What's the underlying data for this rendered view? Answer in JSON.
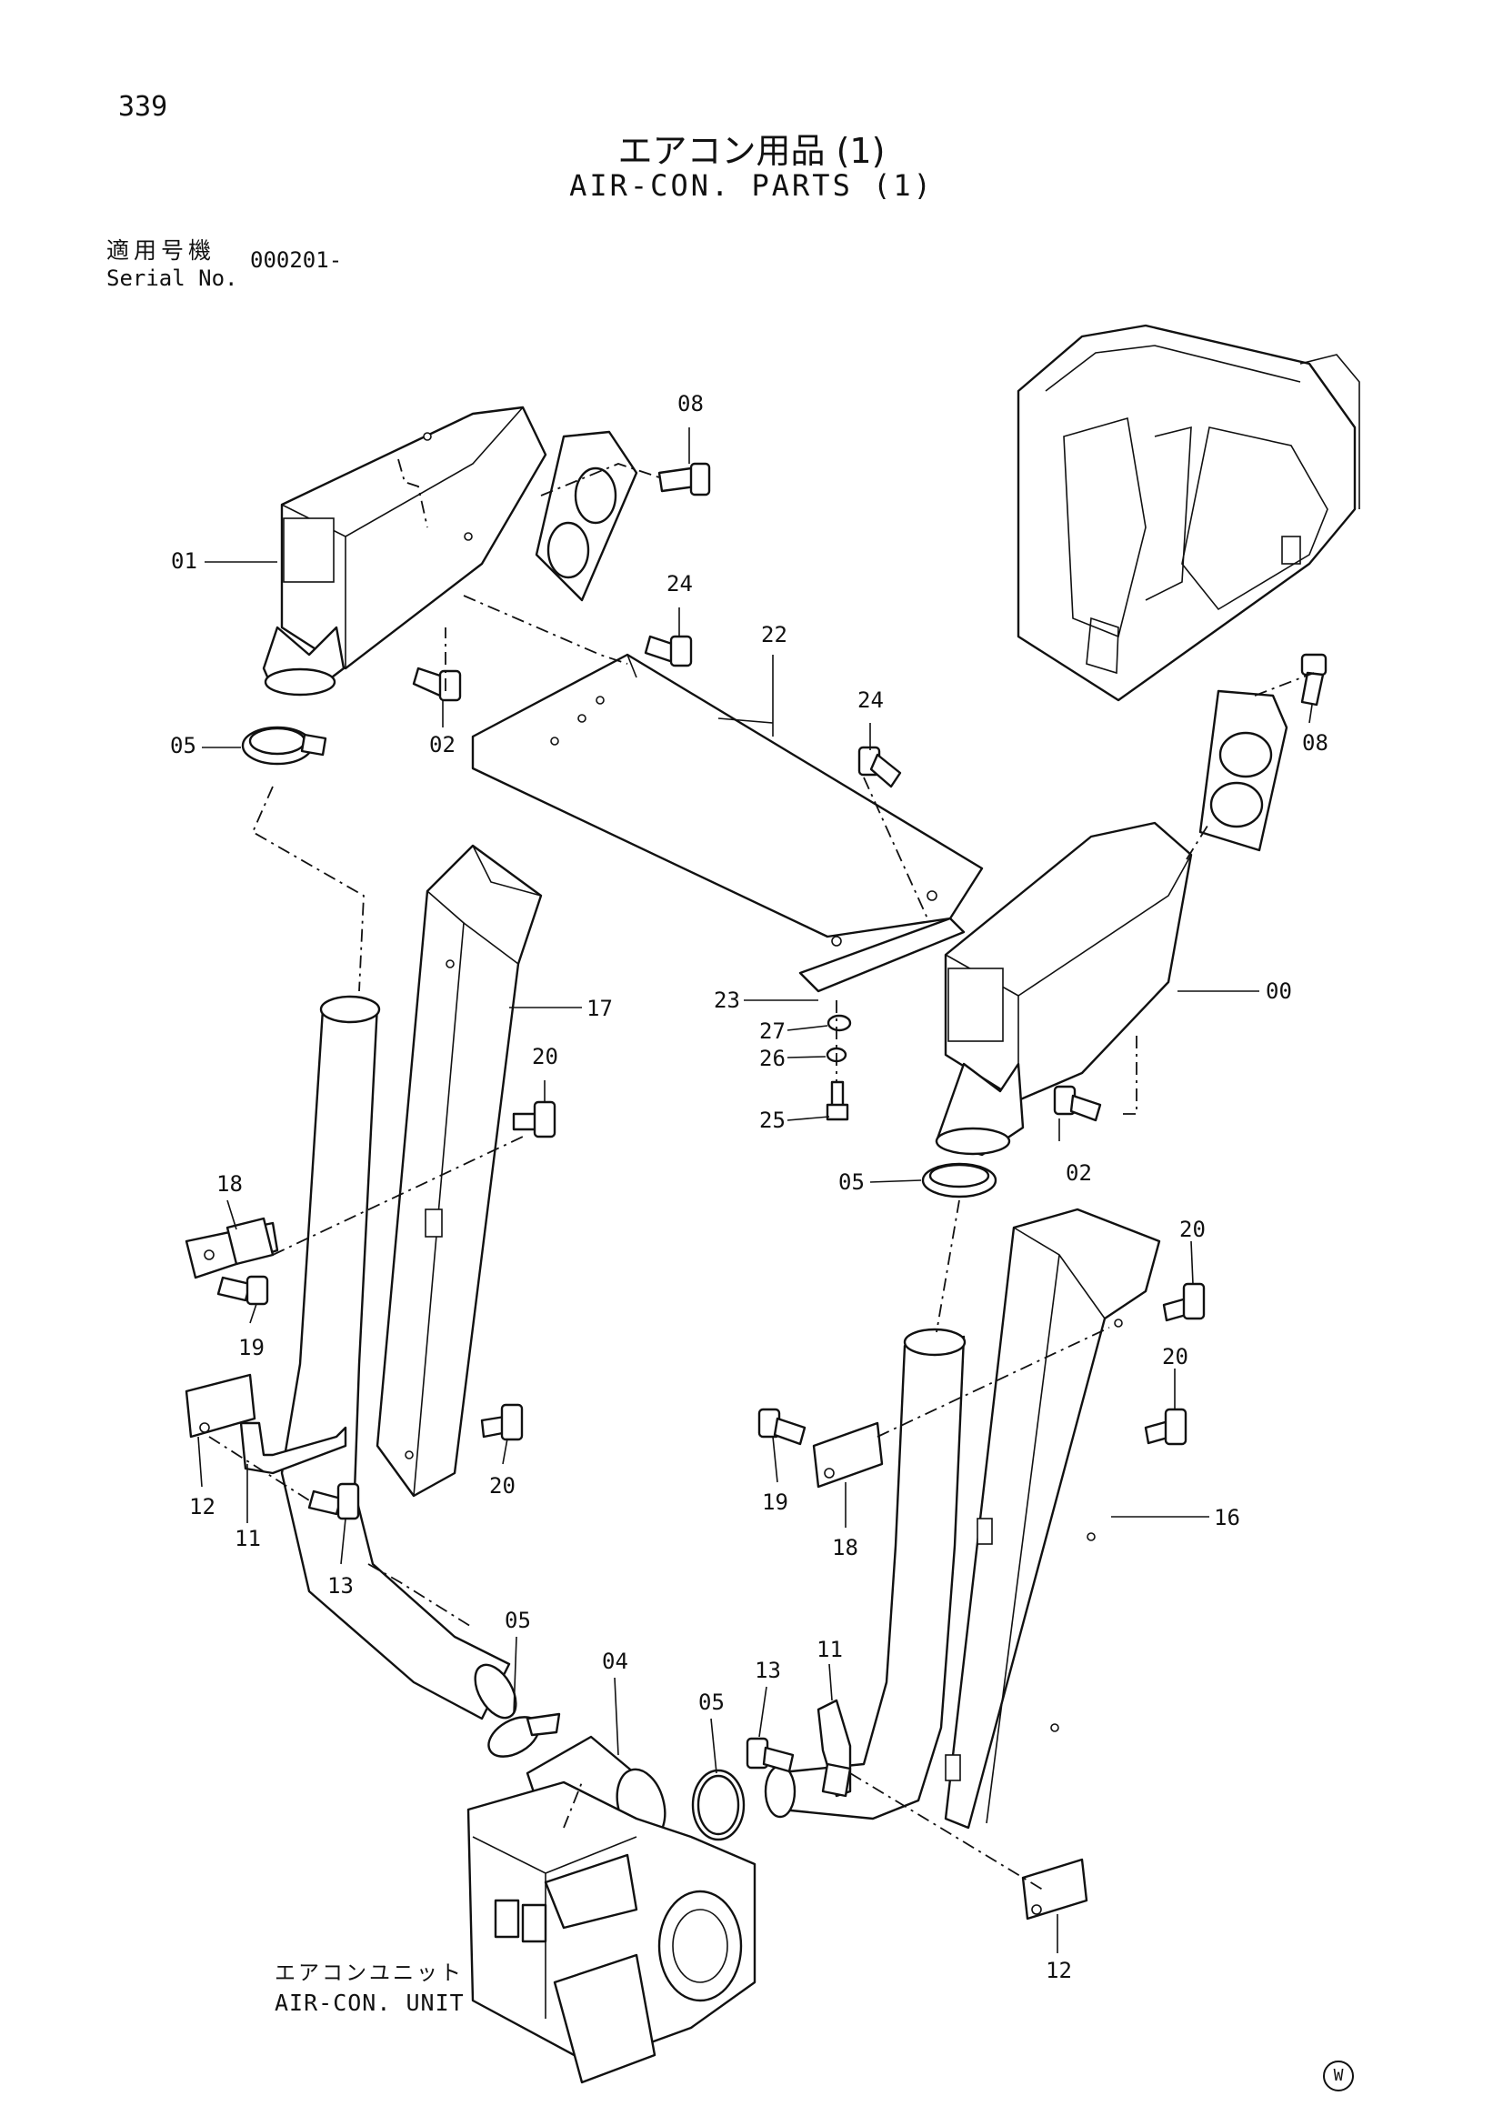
{
  "header": {
    "page_number": "339",
    "title_jp": "エアコン用品 (1)",
    "title_en": "AIR-CON. PARTS (1)",
    "serial_label_jp": "適用号機",
    "serial_label_en": "Serial No.",
    "serial_value": "000201-"
  },
  "callouts": {
    "p08a": "08",
    "p01": "01",
    "p24a": "24",
    "p22": "22",
    "p02a": "02",
    "p05a": "05",
    "p24b": "24",
    "p08b": "08",
    "p17": "17",
    "p23": "23",
    "p27": "27",
    "p26": "26",
    "p25": "25",
    "p00": "00",
    "p02b": "02",
    "p05b": "05",
    "p20a": "20",
    "p18a": "18",
    "p19a": "19",
    "p20b": "20",
    "p20c": "20",
    "p20d": "20",
    "p12a": "12",
    "p11a": "11",
    "p13a": "13",
    "p19b": "19",
    "p18b": "18",
    "p16": "16",
    "p05c": "05",
    "p04": "04",
    "p13b": "13",
    "p11b": "11",
    "p05d": "05",
    "p12b": "12"
  },
  "footer": {
    "unit_label_jp": "エアコンユニット",
    "unit_label_en": "AIR-CON. UNIT",
    "mark": "W"
  }
}
